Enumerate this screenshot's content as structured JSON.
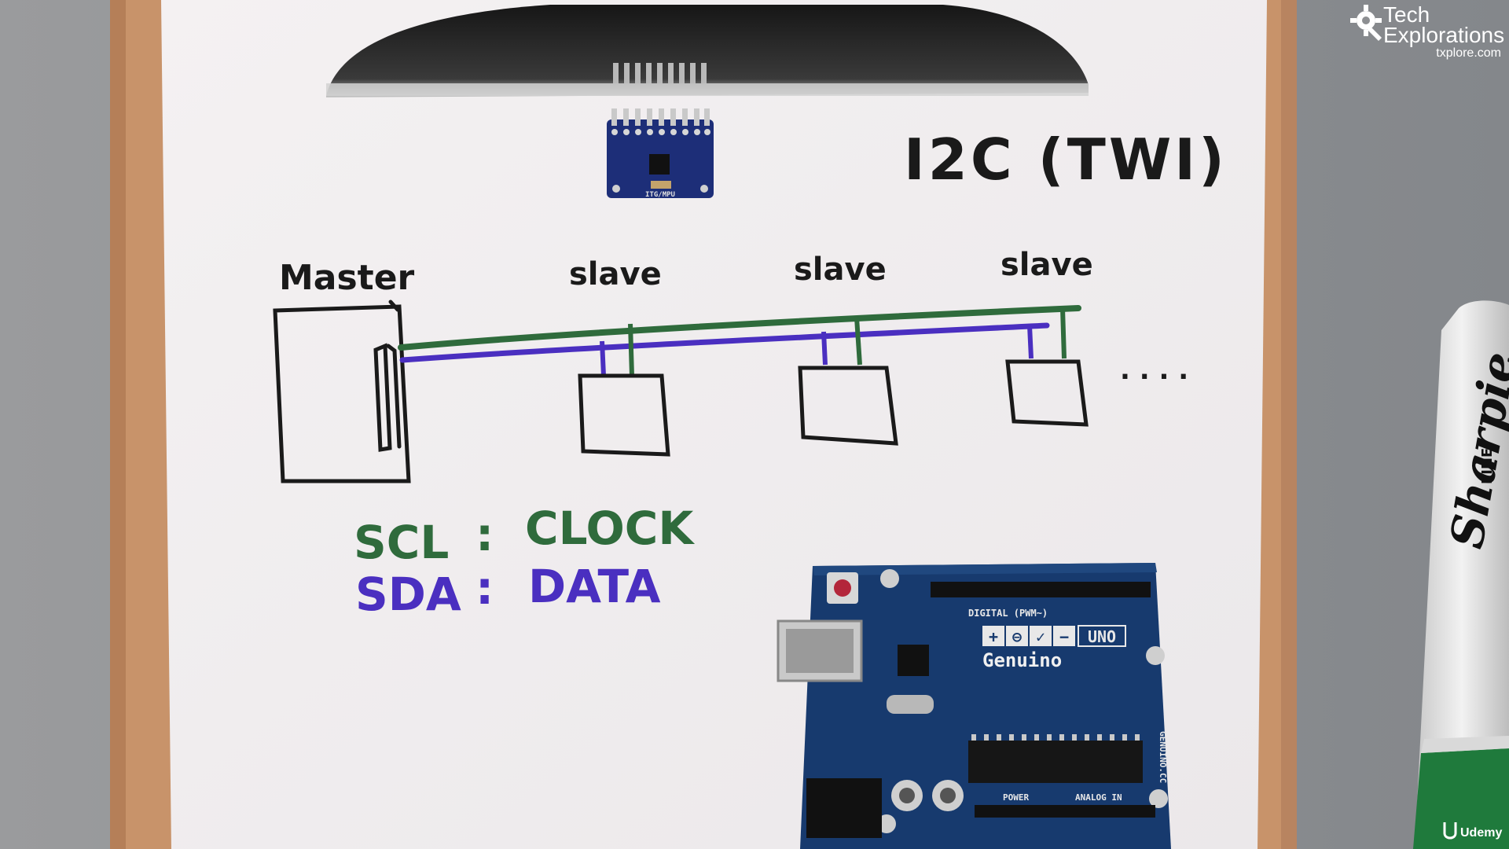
{
  "whiteboard": {
    "title": "I2C (TWI)",
    "master_label": "Master",
    "slave_labels": [
      "slave",
      "slave",
      "slave"
    ],
    "continuation": ". . . .",
    "legend": [
      {
        "key": "SCL",
        "separator": ":",
        "meaning": "CLOCK",
        "color": "#2f6b3c"
      },
      {
        "key": "SDA",
        "separator": ":",
        "meaning": "DATA",
        "color": "#4a2fc0"
      }
    ],
    "colors": {
      "ink_black": "#1a1a1a",
      "scl_line": "#2f6b3c",
      "sda_line": "#4a2fc0",
      "paper": "#f3f1f1",
      "clipboard": "#c8936a"
    }
  },
  "sensor_module": {
    "label": "ITG/MPU"
  },
  "arduino_board": {
    "brand": "Genuino",
    "model": "UNO",
    "header_label": "DIGITAL (PWM~)",
    "power_label": "POWER",
    "analog_label": "ANALOG IN",
    "site": "GENUINO.CC",
    "icon_symbols": [
      "+",
      "⊖",
      "✓",
      "−"
    ]
  },
  "marker": {
    "brand": "Sharpie",
    "tip": "FINE"
  },
  "watermark": {
    "line1": "Tech",
    "line2": "Explorations",
    "site": "txplore.com",
    "platform": "Udemy"
  }
}
